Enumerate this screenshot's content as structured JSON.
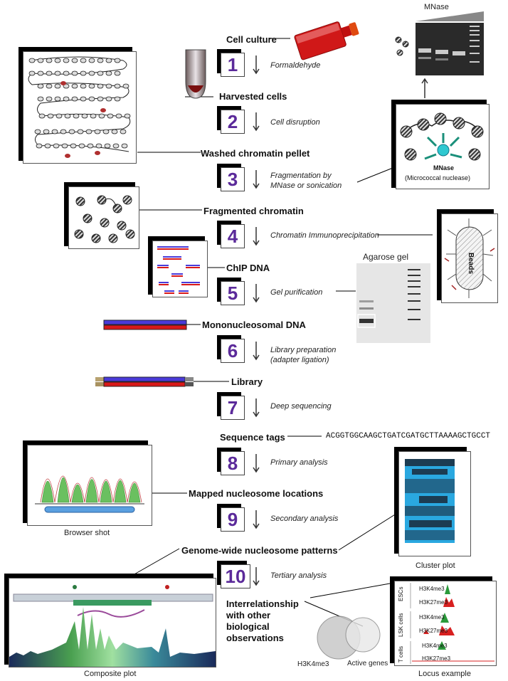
{
  "steps": {
    "cell_culture": "Cell culture",
    "harvested_cells": "Harvested cells",
    "washed_chromatin": "Washed chromatin pellet",
    "fragmented_chromatin": "Fragmented chromatin",
    "chip_dna": "ChIP DNA",
    "mononucleosomal_dna": "Mononucleosomal DNA",
    "library": "Library",
    "sequence_tags": "Sequence tags",
    "mapped_locations": "Mapped nucleosome locations",
    "genome_wide": "Genome-wide nucleosome patterns",
    "interrelationship": [
      "Interrelationship",
      "with other",
      "biological",
      "observations"
    ]
  },
  "numbers": [
    "1",
    "2",
    "3",
    "4",
    "5",
    "6",
    "7",
    "8",
    "9",
    "10"
  ],
  "processes": {
    "p1": "Formaldehyde",
    "p2": "Cell disruption",
    "p3": [
      "Fragmentation by",
      "MNase or sonication"
    ],
    "p4": "Chromatin Immunoprecipitation",
    "p5": "Gel purification",
    "p6": [
      "Library preparation",
      "(adapter ligation)"
    ],
    "p7": "Deep sequencing",
    "p8": "Primary analysis",
    "p9": "Secondary analysis",
    "p10": "Tertiary analysis"
  },
  "sequence": "ACGGTGGCAAGCTGATCGATGCTTAAAAGCTGCCT",
  "gel": {
    "title": "Agarose gel",
    "mnase": "MNase"
  },
  "mnase_panel": {
    "label": "MNase",
    "sub": "(Micrococcal nuclease)"
  },
  "beads_label": "Beads",
  "captions": {
    "browser": "Browser shot",
    "cluster": "Cluster plot",
    "composite": "Composite plot",
    "locus": "Locus example"
  },
  "venn": {
    "left": "H3K4me3",
    "right": "Active genes"
  },
  "locus": {
    "tracks": [
      "H3K4me3",
      "H3K27me3",
      "H3K4me3",
      "H3K27me3",
      "H3K4me3",
      "H3K27me3"
    ],
    "groups": [
      "ESCs",
      "LSK cells",
      "T cells"
    ]
  },
  "colors": {
    "number": "#5b2a9a",
    "teal": "#1a8f7a",
    "blue_dna": "#4a3ad8",
    "red_dna": "#d81818",
    "heatmap": "#2aa8e0"
  }
}
